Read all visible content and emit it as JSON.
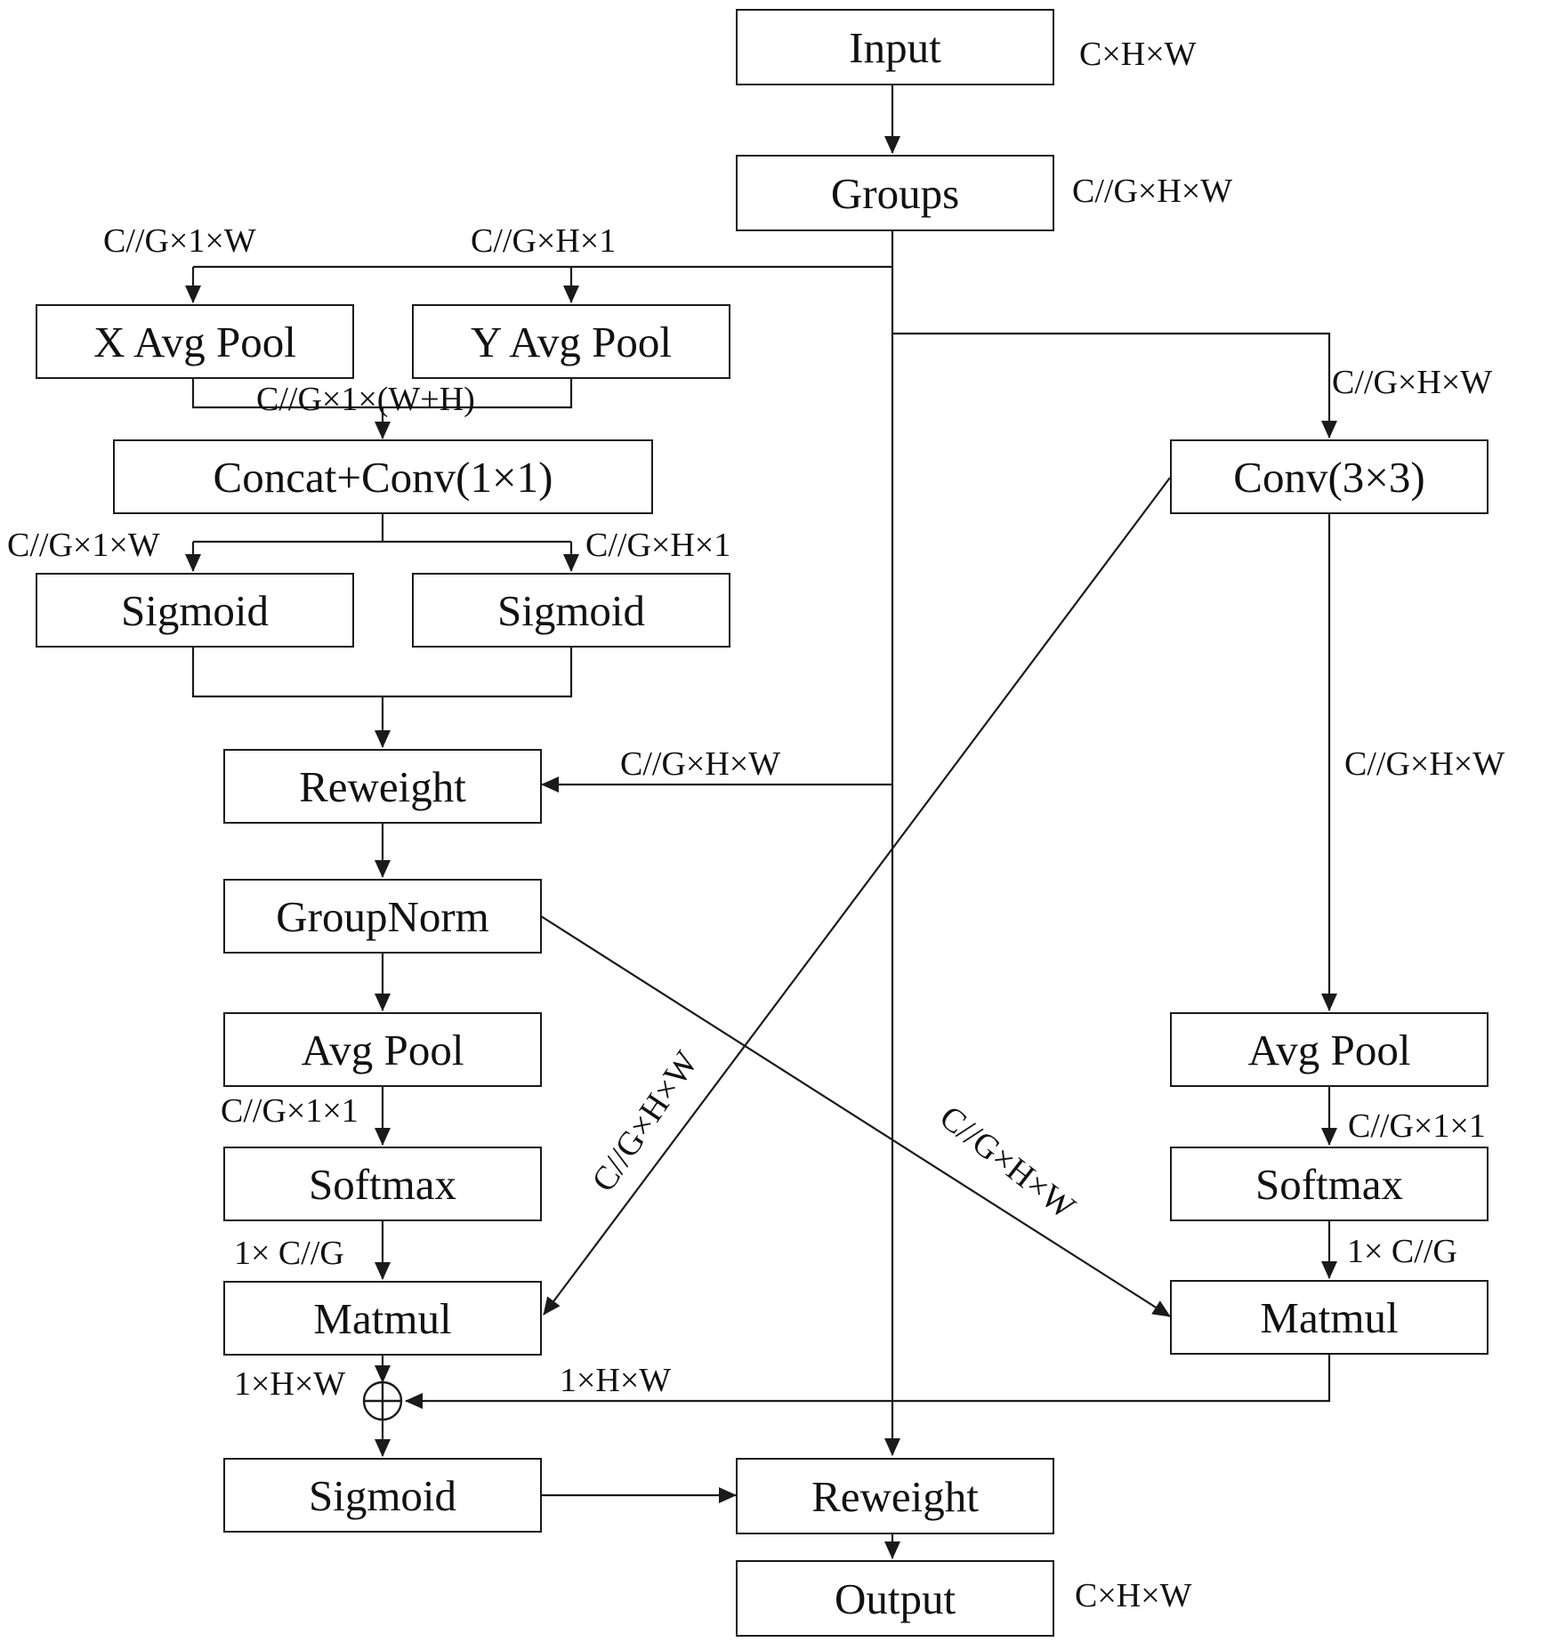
{
  "nodes": {
    "input": "Input",
    "groups": "Groups",
    "x_avg_pool": "X Avg Pool",
    "y_avg_pool": "Y Avg Pool",
    "concat_conv": "Concat+Conv(1×1)",
    "sigmoid_left": "Sigmoid",
    "sigmoid_right": "Sigmoid",
    "reweight_mid": "Reweight",
    "groupnorm": "GroupNorm",
    "avgpool_left": "Avg Pool",
    "softmax_left": "Softmax",
    "matmul_left": "Matmul",
    "sigmoid_bottom": "Sigmoid",
    "reweight_bottom": "Reweight",
    "output": "Output",
    "conv3": "Conv(3×3)",
    "avgpool_right": "Avg Pool",
    "softmax_right": "Softmax",
    "matmul_right": "Matmul"
  },
  "labels": {
    "input_dim": "C×H×W",
    "groups_dim": "C//G×H×W",
    "x_pool_in": "C//G×1×W",
    "y_pool_in": "C//G×H×1",
    "concat_in": "C//G×1×(W+H)",
    "sig_left_in": "C//G×1×W",
    "sig_right_in": "C//G×H×1",
    "conv3_in": "C//G×H×W",
    "reweight_in": "C//G×H×W",
    "conv3_out": "C//G×H×W",
    "avgpool_left_out": "C//G×1×1",
    "softmax_left_out": "1× C//G",
    "avgpool_right_out": "C//G×1×1",
    "softmax_right_out": "1× C//G",
    "diag_conv_to_matmul": "C//G×H×W",
    "diag_gn_to_matmul": "C//G×H×W",
    "matmul_left_out": "1×H×W",
    "matmul_right_out": "1×H×W",
    "output_dim": "C×H×W"
  },
  "colors": {
    "line": "#1a1a1a",
    "text": "#111111",
    "background": "#ffffff"
  }
}
